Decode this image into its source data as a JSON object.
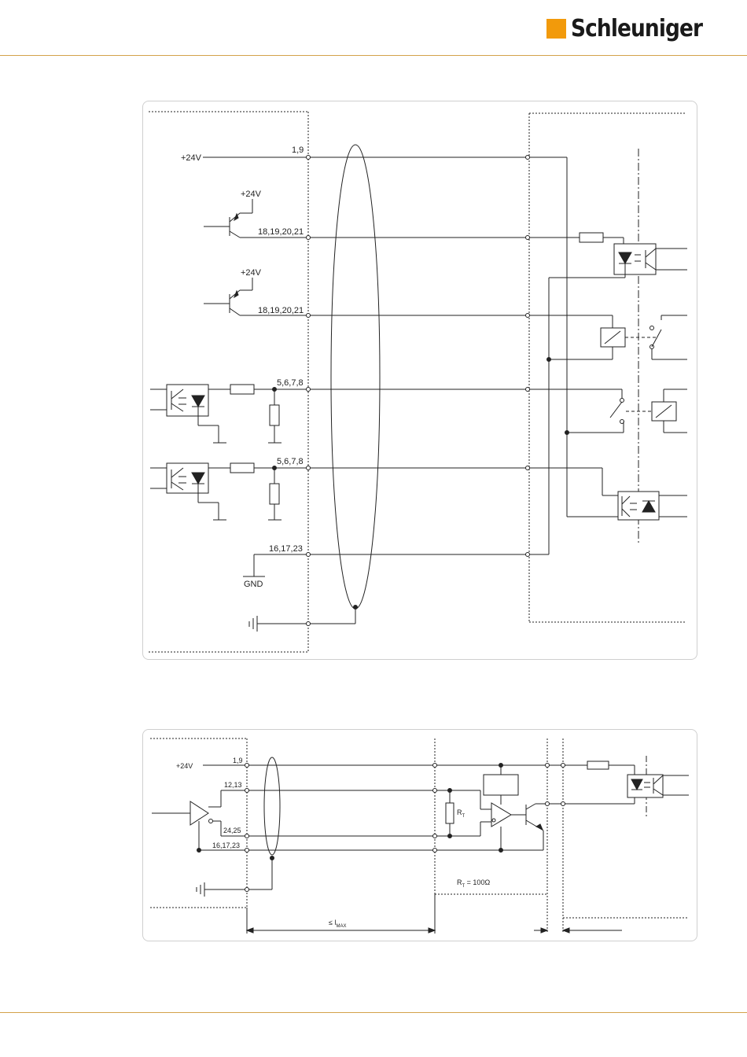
{
  "brand": {
    "name": "Schleuniger",
    "accent_color": "#f29a0b",
    "rule_color": "#d4a24a"
  },
  "diagram1": {
    "labels": {
      "v24_main": "+24V",
      "pin_1_9": "1,9",
      "v24_t1": "+24V",
      "pins_t1": "18,19,20,21",
      "v24_t2": "+24V",
      "pins_t2": "18,19,20,21",
      "pins_o1": "5,6,7,8",
      "pins_o2": "5,6,7,8",
      "pins_gnd": "16,17,23",
      "gnd": "GND"
    }
  },
  "diagram2": {
    "labels": {
      "v24": "+24V",
      "pin_1_9": "1,9",
      "pins_12_13": "12,13",
      "pins_24_25": "24,25",
      "pins_16_17_23": "16,17,23",
      "rt_label": "R",
      "rt_sub": "T",
      "rt_value_prefix": "R",
      "rt_value_sub": "T",
      "rt_value_suffix": " = 100Ω",
      "imax_prefix": "≤ l",
      "imax_sub": "MAX"
    }
  }
}
